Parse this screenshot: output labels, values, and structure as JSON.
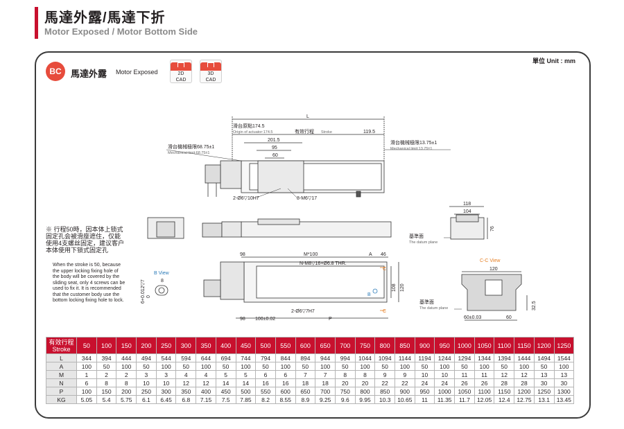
{
  "header": {
    "title_cn": "馬達外露/馬達下折",
    "title_en": "Motor Exposed / Motor Bottom Side"
  },
  "unit_label": "單位 Unit : mm",
  "section": {
    "badge": "BC",
    "title_cn": "馬達外露",
    "title_en": "Motor Exposed"
  },
  "cad_buttons": [
    {
      "line1": "2D",
      "line2": "CAD"
    },
    {
      "line1": "3D",
      "line2": "CAD"
    }
  ],
  "drawing_labels": {
    "L": "L",
    "origin_cn": "滑台原點174.5",
    "origin_en": "Origin of actuator:174.5",
    "stroke_cn": "有效行程",
    "stroke_en": "Stroke",
    "d119": "119.5",
    "d201": "201.5",
    "d95": "95",
    "d60": "60",
    "mech_left_cn": "滑台機械極限68.75±1",
    "mech_left_en": "Mechanical limit:68.75±1",
    "mech_right_cn": "滑台機械極限13.75±1",
    "mech_right_en": "Mechanical limit:13.75±1",
    "hole1": "2-Ø6▽10H7",
    "hole2": "8-M6▽17",
    "d118": "118",
    "d104": "104",
    "d76": "76",
    "datum_cn": "基準面",
    "datum_en": "The datum plane",
    "d98": "98",
    "m100": "M*100",
    "A": "A",
    "d46": "46",
    "nm8": "N-M8▽16+Ø6.8 THR.",
    "C": "C",
    "B": "B",
    "d108": "108",
    "d120": "120",
    "hole3": "2-Ø6▽7H7",
    "d98b": "98",
    "d100": "100±0.02",
    "P": "P",
    "bview": "B View",
    "d8": "8",
    "tol": "6+0.012▽7",
    "tol0": "0",
    "ccview": "C-C View",
    "d120b": "120",
    "d325": "32.5",
    "d60a": "60±0.03",
    "d60b": "60",
    "datum2_cn": "基準面",
    "datum2_en": "The datum plane"
  },
  "note": {
    "mark": "※",
    "cn": "行程50時，因本体上锁式固定孔会被滑座遮住，仅能使用4支螺丝固定，建议客户本体使用下锁式固定孔",
    "en": "When the stroke is 50, because the upper locking fixing hole of the body will be covered by the sliding seat, only 4 screws can be used to fix it. It is recommended that the customer body use the bottom locking fixing hole to lock."
  },
  "table": {
    "header_label_cn": "有效行程",
    "header_label_en": "Stroke",
    "strokes": [
      "50",
      "100",
      "150",
      "200",
      "250",
      "300",
      "350",
      "400",
      "450",
      "500",
      "550",
      "600",
      "650",
      "700",
      "750",
      "800",
      "850",
      "900",
      "950",
      "1000",
      "1050",
      "1100",
      "1150",
      "1200",
      "1250"
    ],
    "rows": [
      {
        "label": "L",
        "values": [
          "344",
          "394",
          "444",
          "494",
          "544",
          "594",
          "644",
          "694",
          "744",
          "794",
          "844",
          "894",
          "944",
          "994",
          "1044",
          "1094",
          "1144",
          "1194",
          "1244",
          "1294",
          "1344",
          "1394",
          "1444",
          "1494",
          "1544"
        ]
      },
      {
        "label": "A",
        "values": [
          "100",
          "50",
          "100",
          "50",
          "100",
          "50",
          "100",
          "50",
          "100",
          "50",
          "100",
          "50",
          "100",
          "50",
          "100",
          "50",
          "100",
          "50",
          "100",
          "50",
          "100",
          "50",
          "100",
          "50",
          "100"
        ]
      },
      {
        "label": "M",
        "values": [
          "1",
          "2",
          "2",
          "3",
          "3",
          "4",
          "4",
          "5",
          "5",
          "6",
          "6",
          "7",
          "7",
          "8",
          "8",
          "9",
          "9",
          "10",
          "10",
          "11",
          "11",
          "12",
          "12",
          "13",
          "13"
        ]
      },
      {
        "label": "N",
        "values": [
          "6",
          "8",
          "8",
          "10",
          "10",
          "12",
          "12",
          "14",
          "14",
          "16",
          "16",
          "18",
          "18",
          "20",
          "20",
          "22",
          "22",
          "24",
          "24",
          "26",
          "26",
          "28",
          "28",
          "30",
          "30"
        ]
      },
      {
        "label": "P",
        "values": [
          "100",
          "150",
          "200",
          "250",
          "300",
          "350",
          "400",
          "450",
          "500",
          "550",
          "600",
          "650",
          "700",
          "750",
          "800",
          "850",
          "900",
          "950",
          "1000",
          "1050",
          "1100",
          "1150",
          "1200",
          "1250",
          "1300"
        ]
      },
      {
        "label": "KG",
        "values": [
          "5.05",
          "5.4",
          "5.75",
          "6.1",
          "6.45",
          "6.8",
          "7.15",
          "7.5",
          "7.85",
          "8.2",
          "8.55",
          "8.9",
          "9.25",
          "9.6",
          "9.95",
          "10.3",
          "10.65",
          "11",
          "11.35",
          "11.7",
          "12.05",
          "12.4",
          "12.75",
          "13.1",
          "13.45"
        ]
      }
    ]
  }
}
